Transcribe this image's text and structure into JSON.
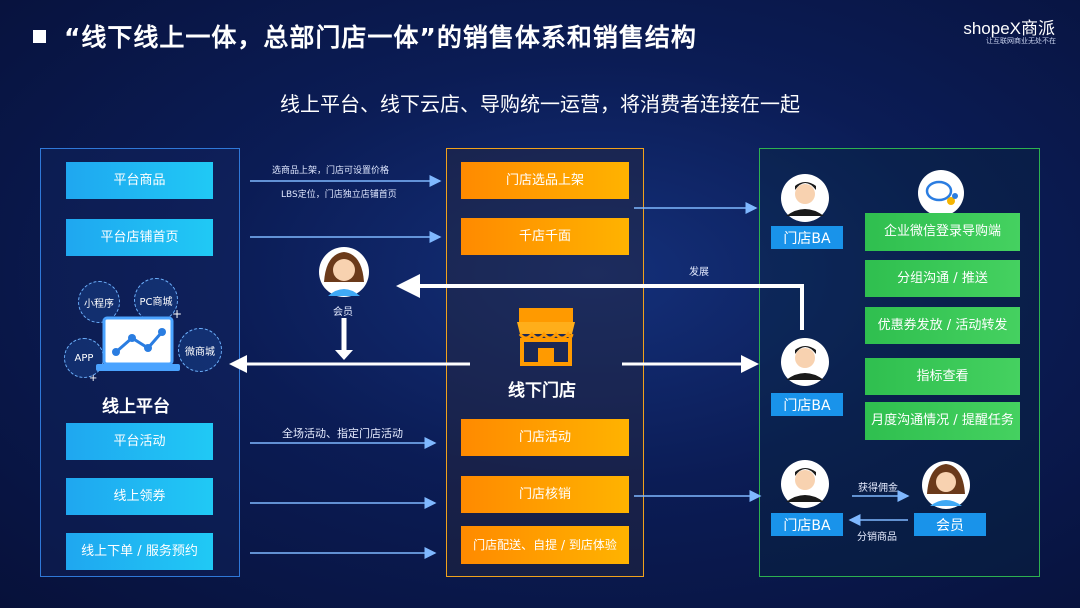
{
  "header": {
    "title": "“线下线上一体，总部门店一体”的销售体系和销售结构",
    "subtitle": "线上平台、线下云店、导购统一运营，将消费者连接在一起",
    "logo_text": "shopeX商派",
    "logo_tagline": "让互联网商业无处不在"
  },
  "left": {
    "top_items": [
      "平台商品",
      "平台店铺首页"
    ],
    "bubbles": [
      "小程序",
      "PC商城",
      "APP",
      "微商城"
    ],
    "platform_label": "线上平台",
    "bottom_items": [
      "平台活动",
      "线上领券",
      "线上下单 / 服务预约"
    ]
  },
  "middle": {
    "top_items": [
      "门店选品上架",
      "千店千面"
    ],
    "store_label": "线下门店",
    "bottom_items": [
      "门店活动",
      "门店核销",
      "门店配送、自提 / 到店体验"
    ]
  },
  "right": {
    "ba_label": "门店BA",
    "member_label": "会员",
    "features": [
      "企业微信登录导购端",
      "分组沟通 / 推送",
      "优惠券发放 / 活动转发",
      "指标查看",
      "月度沟通情况 / 提醒任务"
    ]
  },
  "connectors": {
    "select_price": "选商品上架，门店可设置价格",
    "lbs": "LBS定位，门店独立店铺首页",
    "member": "会员",
    "develop": "发展",
    "activities": "全场活动、指定门店活动",
    "commission": "获得佣金",
    "distribute": "分销商品"
  },
  "colors": {
    "blue_box": "#1fa7f0",
    "orange_box": "#ff8a00",
    "green_box": "#2fbf4f",
    "background": "#0b1c55"
  }
}
